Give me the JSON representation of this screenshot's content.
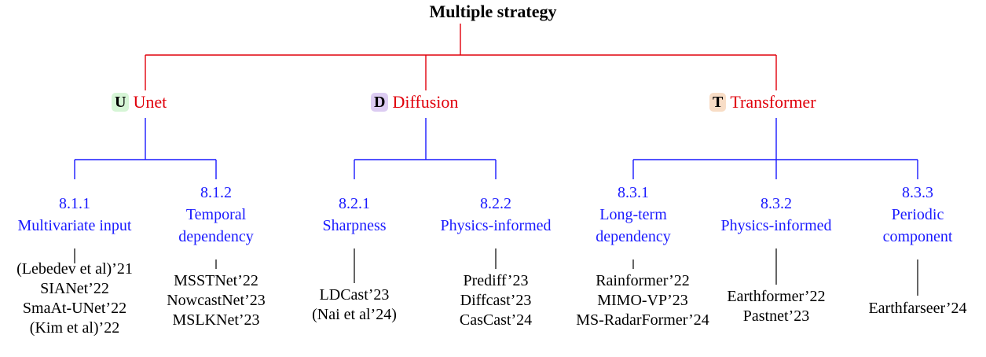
{
  "root": "Multiple strategy",
  "categories": [
    {
      "badge": "U",
      "badge_color": "#d6f5d6",
      "name": "Unet",
      "subs": [
        {
          "number": "8.1.1",
          "title": [
            "Multivariate input"
          ],
          "items": [
            "(Lebedev et al)’21",
            "SIANet’22",
            "SmaAt-UNet’22",
            "(Kim et al)’22"
          ]
        },
        {
          "number": "8.1.2",
          "title": [
            "Temporal",
            "dependency"
          ],
          "items": [
            "MSSTNet’22",
            "NowcastNet’23",
            "MSLKNet’23"
          ]
        }
      ]
    },
    {
      "badge": "D",
      "badge_color": "#dcccf2",
      "name": "Diffusion",
      "subs": [
        {
          "number": "8.2.1",
          "title": [
            "Sharpness"
          ],
          "items": [
            "LDCast’23",
            "(Nai et al’24)"
          ]
        },
        {
          "number": "8.2.2",
          "title": [
            "Physics-informed"
          ],
          "items": [
            "Prediff’23",
            "Diffcast’23",
            "CasCast’24"
          ]
        }
      ]
    },
    {
      "badge": "T",
      "badge_color": "#f8ddc6",
      "name": "Transformer",
      "subs": [
        {
          "number": "8.3.1",
          "title": [
            "Long-term",
            "dependency"
          ],
          "items": [
            "Rainformer’22",
            "MIMO-VP’23",
            "MS-RadarFormer’24"
          ]
        },
        {
          "number": "8.3.2",
          "title": [
            "Physics-informed"
          ],
          "items": [
            "Earthformer’22",
            "Pastnet’23"
          ]
        },
        {
          "number": "8.3.3",
          "title": [
            "Periodic",
            "component"
          ],
          "items": [
            "Earthfarseer’24"
          ]
        }
      ]
    }
  ],
  "colors": {
    "top_line": "#e0000b",
    "branch_line": "#1a1aff",
    "leaf_line": "#000000"
  }
}
